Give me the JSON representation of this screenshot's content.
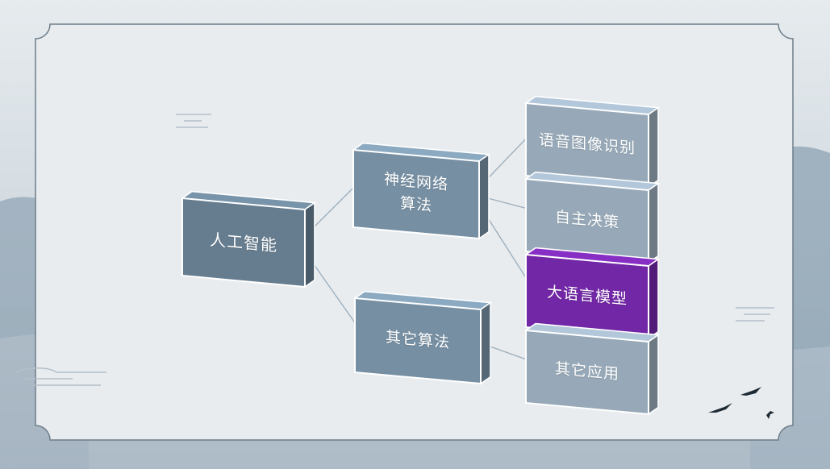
{
  "colors": {
    "page_bg": "#cfd7df",
    "frame_fill": "#e8ecef",
    "frame_stroke": "#6d7c88",
    "node_root": "#667d90",
    "node_branch": "#768fa3",
    "node_leaf": "#97a9b8",
    "node_highlight": "#7227a6",
    "connector": "#9fb0bd"
  },
  "diagram": {
    "root": {
      "label": "人工智能"
    },
    "branches": [
      {
        "label": "神经网络\n算法"
      },
      {
        "label": "其它算法"
      }
    ],
    "leaves": [
      {
        "label": "语音图像识别",
        "highlight": false
      },
      {
        "label": "自主决策",
        "highlight": false
      },
      {
        "label": "大语言模型",
        "highlight": true
      },
      {
        "label": "其它应用",
        "highlight": false
      }
    ]
  }
}
